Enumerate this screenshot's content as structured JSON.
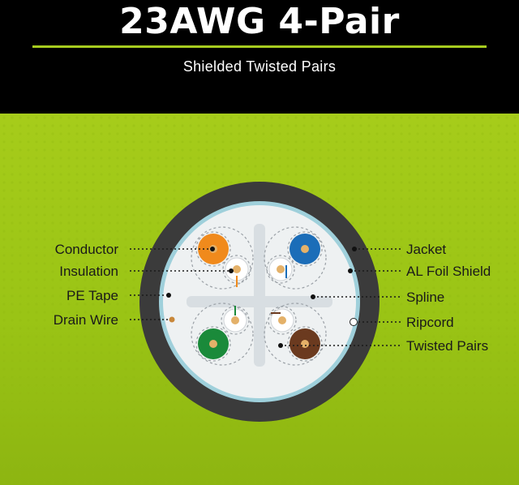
{
  "header": {
    "title": "23AWG 4-Pair",
    "subtitle": "Shielded Twisted Pairs"
  },
  "callouts": {
    "left": [
      "Conductor",
      "Insulation",
      "PE Tape",
      "Drain Wire"
    ],
    "right": [
      "Jacket",
      "AL Foil Shield",
      "Spline",
      "Ripcord",
      "Twisted Pairs"
    ]
  },
  "colors": {
    "header_bg": "#000000",
    "accent_rule": "#a6cc1f",
    "panel_bg": "#9ac415",
    "jacket": "#3b3b3b",
    "foil": "#a9d3df",
    "pair_orange": "#f08a1c",
    "pair_blue": "#1b6db8",
    "pair_green": "#1a8a3a",
    "pair_brown": "#6b3a1f",
    "conductor": "#e4b169"
  }
}
